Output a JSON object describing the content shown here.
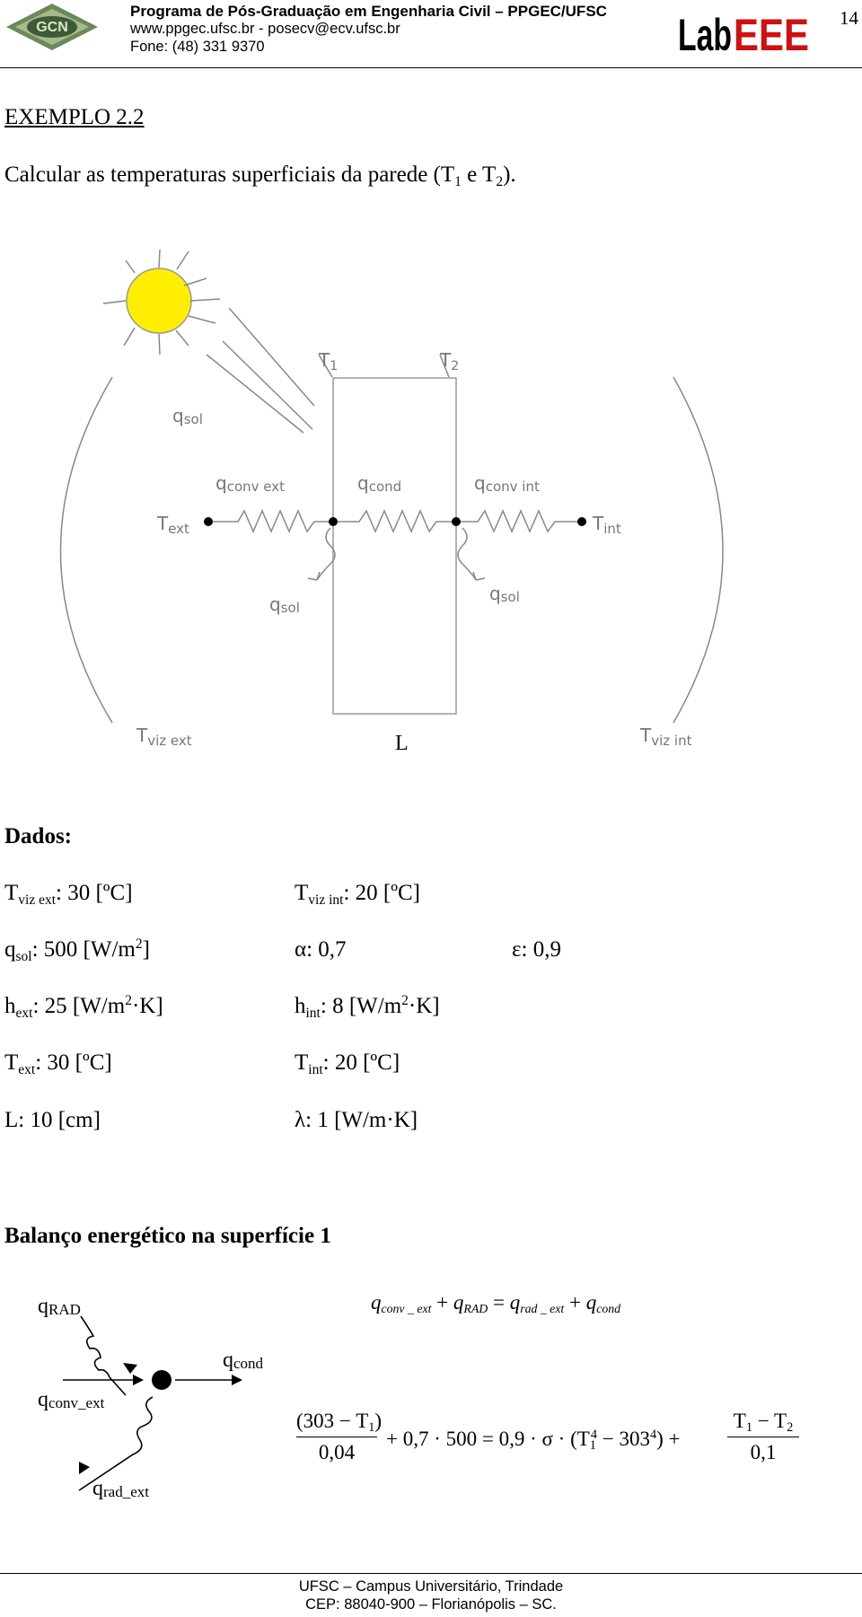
{
  "header": {
    "title": "Programa de Pós-Graduação em Engenharia Civil – PPGEC/UFSC",
    "web": "www.ppgec.ufsc.br - posecv@ecv.ufsc.br",
    "phone": "Fone: (48) 331 9370",
    "logo_right": "LabEEE",
    "page_number": "14"
  },
  "example": {
    "title": "EXEMPLO 2.2",
    "statement_pre": "Calcular as temperaturas superficiais da parede (T",
    "statement_s1": "1",
    "statement_mid": " e T",
    "statement_s2": "2",
    "statement_post": ")."
  },
  "diagram": {
    "t1": "T",
    "t1_sub": "1",
    "t2": "T",
    "t2_sub": "2",
    "qsol_top": "q",
    "qsol_top_sub": "sol",
    "qconv_ext": "q",
    "qconv_ext_sub": "conv ext",
    "qcond": "q",
    "qcond_sub": "cond",
    "qconv_int": "q",
    "qconv_int_sub": "conv int",
    "text_label": "T",
    "text_sub": "ext",
    "tint_label": "T",
    "tint_sub": "int",
    "qsol_left": "q",
    "qsol_left_sub": "sol",
    "qsol_right": "q",
    "qsol_right_sub": "sol",
    "tviz_ext": "T",
    "tviz_ext_sub": "viz ext",
    "tviz_int": "T",
    "tviz_int_sub": "viz int",
    "L": "L"
  },
  "dados": {
    "heading": "Dados:",
    "tviz_ext": {
      "sym": "T",
      "sub": "viz ext",
      "val": ": 30 [ºC]"
    },
    "tviz_int": {
      "sym": "T",
      "sub": "viz int",
      "val": ": 20 [ºC]"
    },
    "qsol": {
      "sym": "q",
      "sub": "sol",
      "val": ": 500 [W/m",
      "sup": "2",
      "end": "]"
    },
    "alpha": "α: 0,7",
    "eps": "ε: 0,9",
    "hext": {
      "sym": "h",
      "sub": "ext",
      "val": ": 25 [W/m",
      "sup": "2",
      "end": "·K]"
    },
    "hint": {
      "sym": "h",
      "sub": "int",
      "val": ": 8 [W/m",
      "sup": "2",
      "end": "·K]"
    },
    "text": {
      "sym": "T",
      "sub": "ext",
      "val": ": 30 [ºC]"
    },
    "tint": {
      "sym": "T",
      "sub": "int",
      "val": ": 20 [ºC]"
    },
    "L": "L: 10 [cm]",
    "lambda": "λ: 1 [W/m·K]"
  },
  "balanco": {
    "heading": "Balanço energético na superfície 1",
    "qrad": "q",
    "qrad_sub": "RAD",
    "qcond": "q",
    "qcond_sub": "cond",
    "qconv_ext": "q",
    "qconv_ext_sub": "conv_ext",
    "qrad_ext": "q",
    "qrad_ext_sub": "rad_ext",
    "eq1": {
      "a": "q",
      "a_sub": "conv _ ext",
      "p1": "+",
      "b": "q",
      "b_sub": "RAD",
      "eq": "=",
      "c": "q",
      "c_sub": "rad _ ext",
      "p2": "+",
      "d": "q",
      "d_sub": "cond"
    },
    "eq2": {
      "num1": "(303 − T",
      "num1_sub": "1",
      "num1_end": ")",
      "den1": "0,04",
      "mid": "+ 0,7 · 500 = 0,9 · σ · (T",
      "mid_sub": "1",
      "mid_sup": "4",
      "mid2": " − 303",
      "mid2_sup": "4",
      "mid3": ") +",
      "num2": "T",
      "num2_sub": "1",
      "num2_mid": " − T",
      "num2_sub2": "2",
      "den2": "0,1"
    }
  },
  "footer": {
    "line1": "UFSC – Campus Universitário, Trindade",
    "line2": "CEP: 88040-900 – Florianópolis – SC."
  },
  "colors": {
    "sun": "#ffee00",
    "diagram_gray": "#777777"
  }
}
